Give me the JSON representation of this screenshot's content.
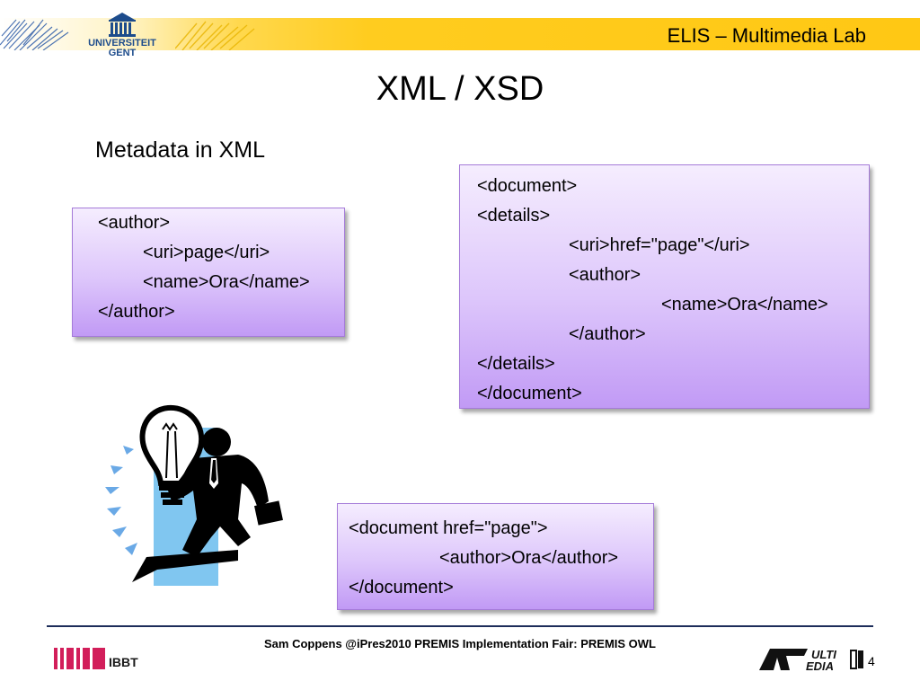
{
  "header": {
    "lab_name": "ELIS – Multimedia Lab",
    "university_line1": "UNIVERSITEIT",
    "university_line2": "GENT",
    "band_color": "#ffc814"
  },
  "slide": {
    "title": "XML / XSD",
    "subtitle": "Metadata in XML"
  },
  "boxes": [
    {
      "lines": [
        "<author>",
        "<uri>page</uri>",
        "<name>Ora</name>",
        "</author>"
      ]
    },
    {
      "lines": [
        "<document>",
        "<details>",
        "<uri>href=\"page\"</uri>",
        "<author>",
        "<name>Ora</name>",
        "</author>",
        "</details>",
        "</document>"
      ]
    },
    {
      "lines": [
        "<document href=\"page\">",
        "<author>Ora</author>",
        "</document>"
      ]
    }
  ],
  "footer": {
    "text": "Sam Coppens @iPres2010 PREMIS Implementation Fair: PREMIS OWL",
    "ibbt_label": "IBBT",
    "page_number": "4"
  },
  "colors": {
    "box_border": "#a57bd9",
    "box_fill": "#ddc6fb",
    "footer_rule": "#1d2d5a",
    "ugent_blue": "#1d4c8c"
  },
  "icons": {
    "clipart": "lightbulb-idea-person-icon",
    "university": "ugent-building-icon",
    "ibbt": "ibbt-logo-icon",
    "multimedia": "multimedia-lab-logo-icon"
  }
}
